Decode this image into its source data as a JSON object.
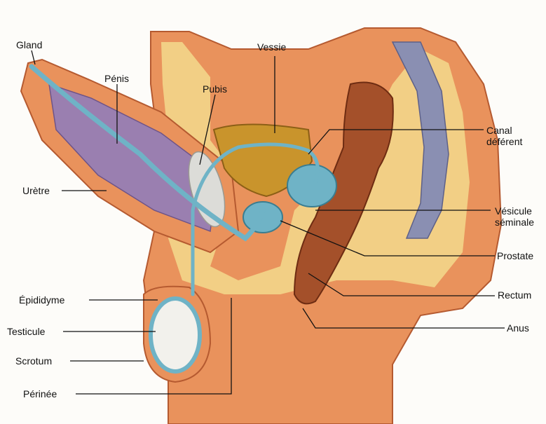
{
  "diagram": {
    "labels": {
      "gland": "Gland",
      "penis": "Pénis",
      "pubis": "Pubis",
      "vessie": "Vessie",
      "canal_deferent": "Canal\ndéférent",
      "uretre": "Urètre",
      "vesicule_seminale": "Vésicule\nséminale",
      "prostate": "Prostate",
      "epididyme": "Épididyme",
      "rectum": "Rectum",
      "testicule": "Testicule",
      "anus": "Anus",
      "scrotum": "Scrotum",
      "perinee": "Périnée"
    },
    "colors": {
      "skin": "#e9925c",
      "skin_dark": "#c8663a",
      "fat": "#f3d68a",
      "urethra": "#6fb3c6",
      "corpus": "#9a7fb0",
      "bladder": "#c9942c",
      "rectum": "#a4502a",
      "spine": "#8a8fb2",
      "line": "#111111"
    }
  }
}
